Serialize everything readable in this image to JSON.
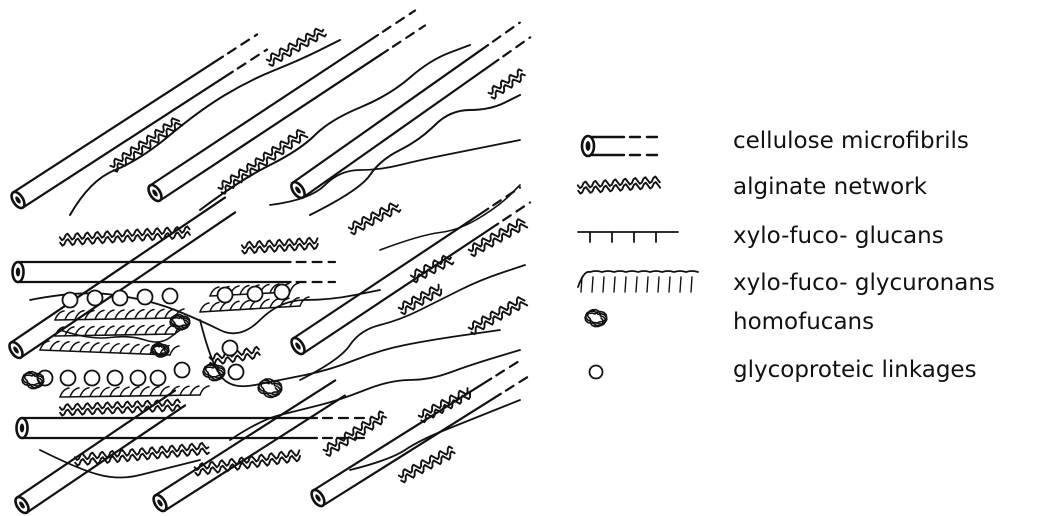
{
  "legend": {
    "items": [
      {
        "symbol": "cellulose-microfibril-symbol",
        "label": "cellulose microfibrils"
      },
      {
        "symbol": "alginate-network-symbol",
        "label": "alginate network"
      },
      {
        "symbol": "xylo-fuco-glucans-symbol",
        "label": "xylo-fuco- glucans"
      },
      {
        "symbol": "xylo-fuco-glycuronans-symbol",
        "label": "xylo-fuco- glycuronans"
      },
      {
        "symbol": "homofucans-symbol",
        "label": "homofucans"
      },
      {
        "symbol": "glycoproteic-linkage-symbol",
        "label": "glycoproteic  linkages"
      }
    ]
  },
  "colors": {
    "ink": "#111111",
    "background": "#ffffff"
  }
}
